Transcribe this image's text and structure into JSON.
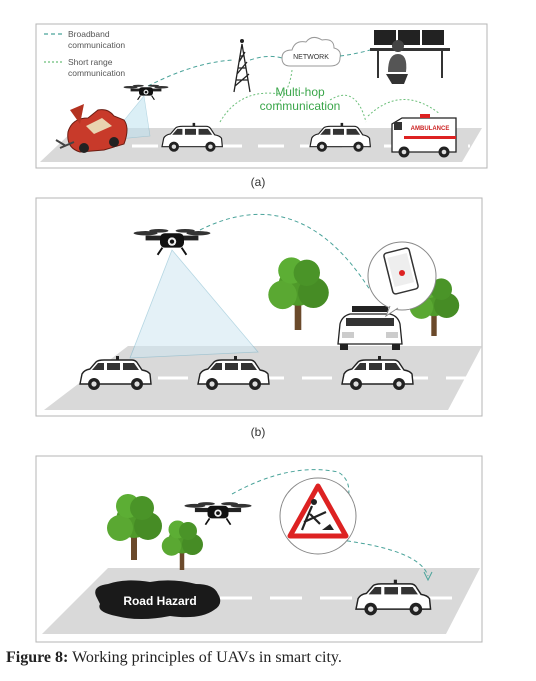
{
  "panel_a": {
    "legend_broadband": "Broadband",
    "legend_broadband_2": "communication",
    "legend_short": "Short range",
    "legend_short_2": "communication",
    "network_label": "NETWORK",
    "multihop_1": "Multi-hop",
    "multihop_2": "communication",
    "ambulance_label": "AMBULANCE",
    "label": "(a)"
  },
  "panel_b": {
    "label": "(b)"
  },
  "panel_c": {
    "hazard_label": "Road Hazard"
  },
  "caption": {
    "prefix": "Figure 8:",
    "text": " Working principles of UAVs in smart city."
  },
  "colors": {
    "road": "#d9d9d9",
    "link_dash": "#4aa39a",
    "border": "#b5b5b5",
    "multihop_green": "#3aa64a",
    "tree_green": "#4f9a2a",
    "hazard_red": "#d22"
  }
}
